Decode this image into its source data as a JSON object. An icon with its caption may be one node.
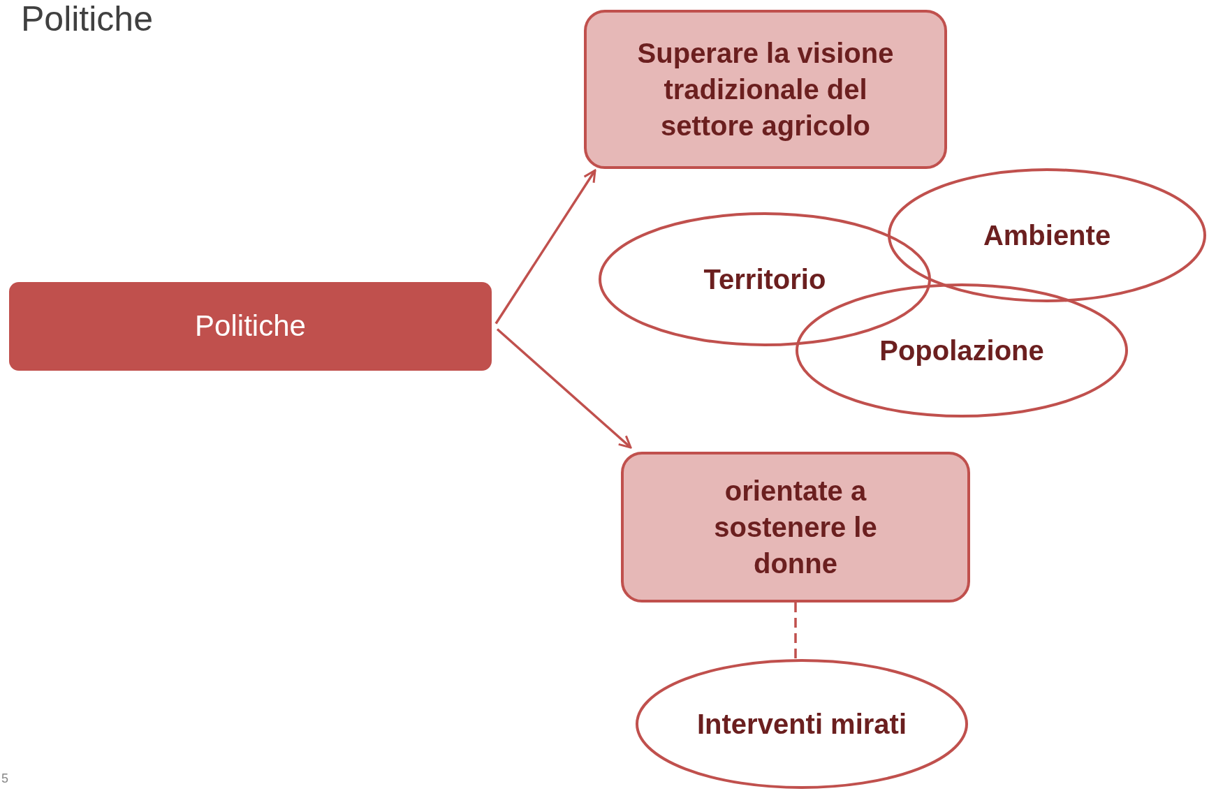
{
  "diagram": {
    "title": "Politiche",
    "nodes": [
      {
        "text": [
          "Politiche"
        ]
      },
      {
        "text": [
          "Superare la visione tradizionale del settore agricolo"
        ]
      },
      {
        "text": [
          "Territorio"
        ]
      },
      {
        "text": [
          "Ambiente"
        ]
      },
      {
        "text": [
          "Popolazione"
        ]
      },
      {
        "text": [
          "orientate a sostenere le donne"
        ]
      },
      {
        "text": [
          "Interventi mirati"
        ]
      }
    ],
    "edges": [
      {
        "from": 0,
        "to": 1,
        "arrow": "to"
      },
      {
        "from": 0,
        "to": 5,
        "arrow": "to"
      },
      {
        "from": 5,
        "to": 6,
        "arrow": "none",
        "style": "dashed"
      }
    ],
    "labels": [
      "5"
    ]
  }
}
